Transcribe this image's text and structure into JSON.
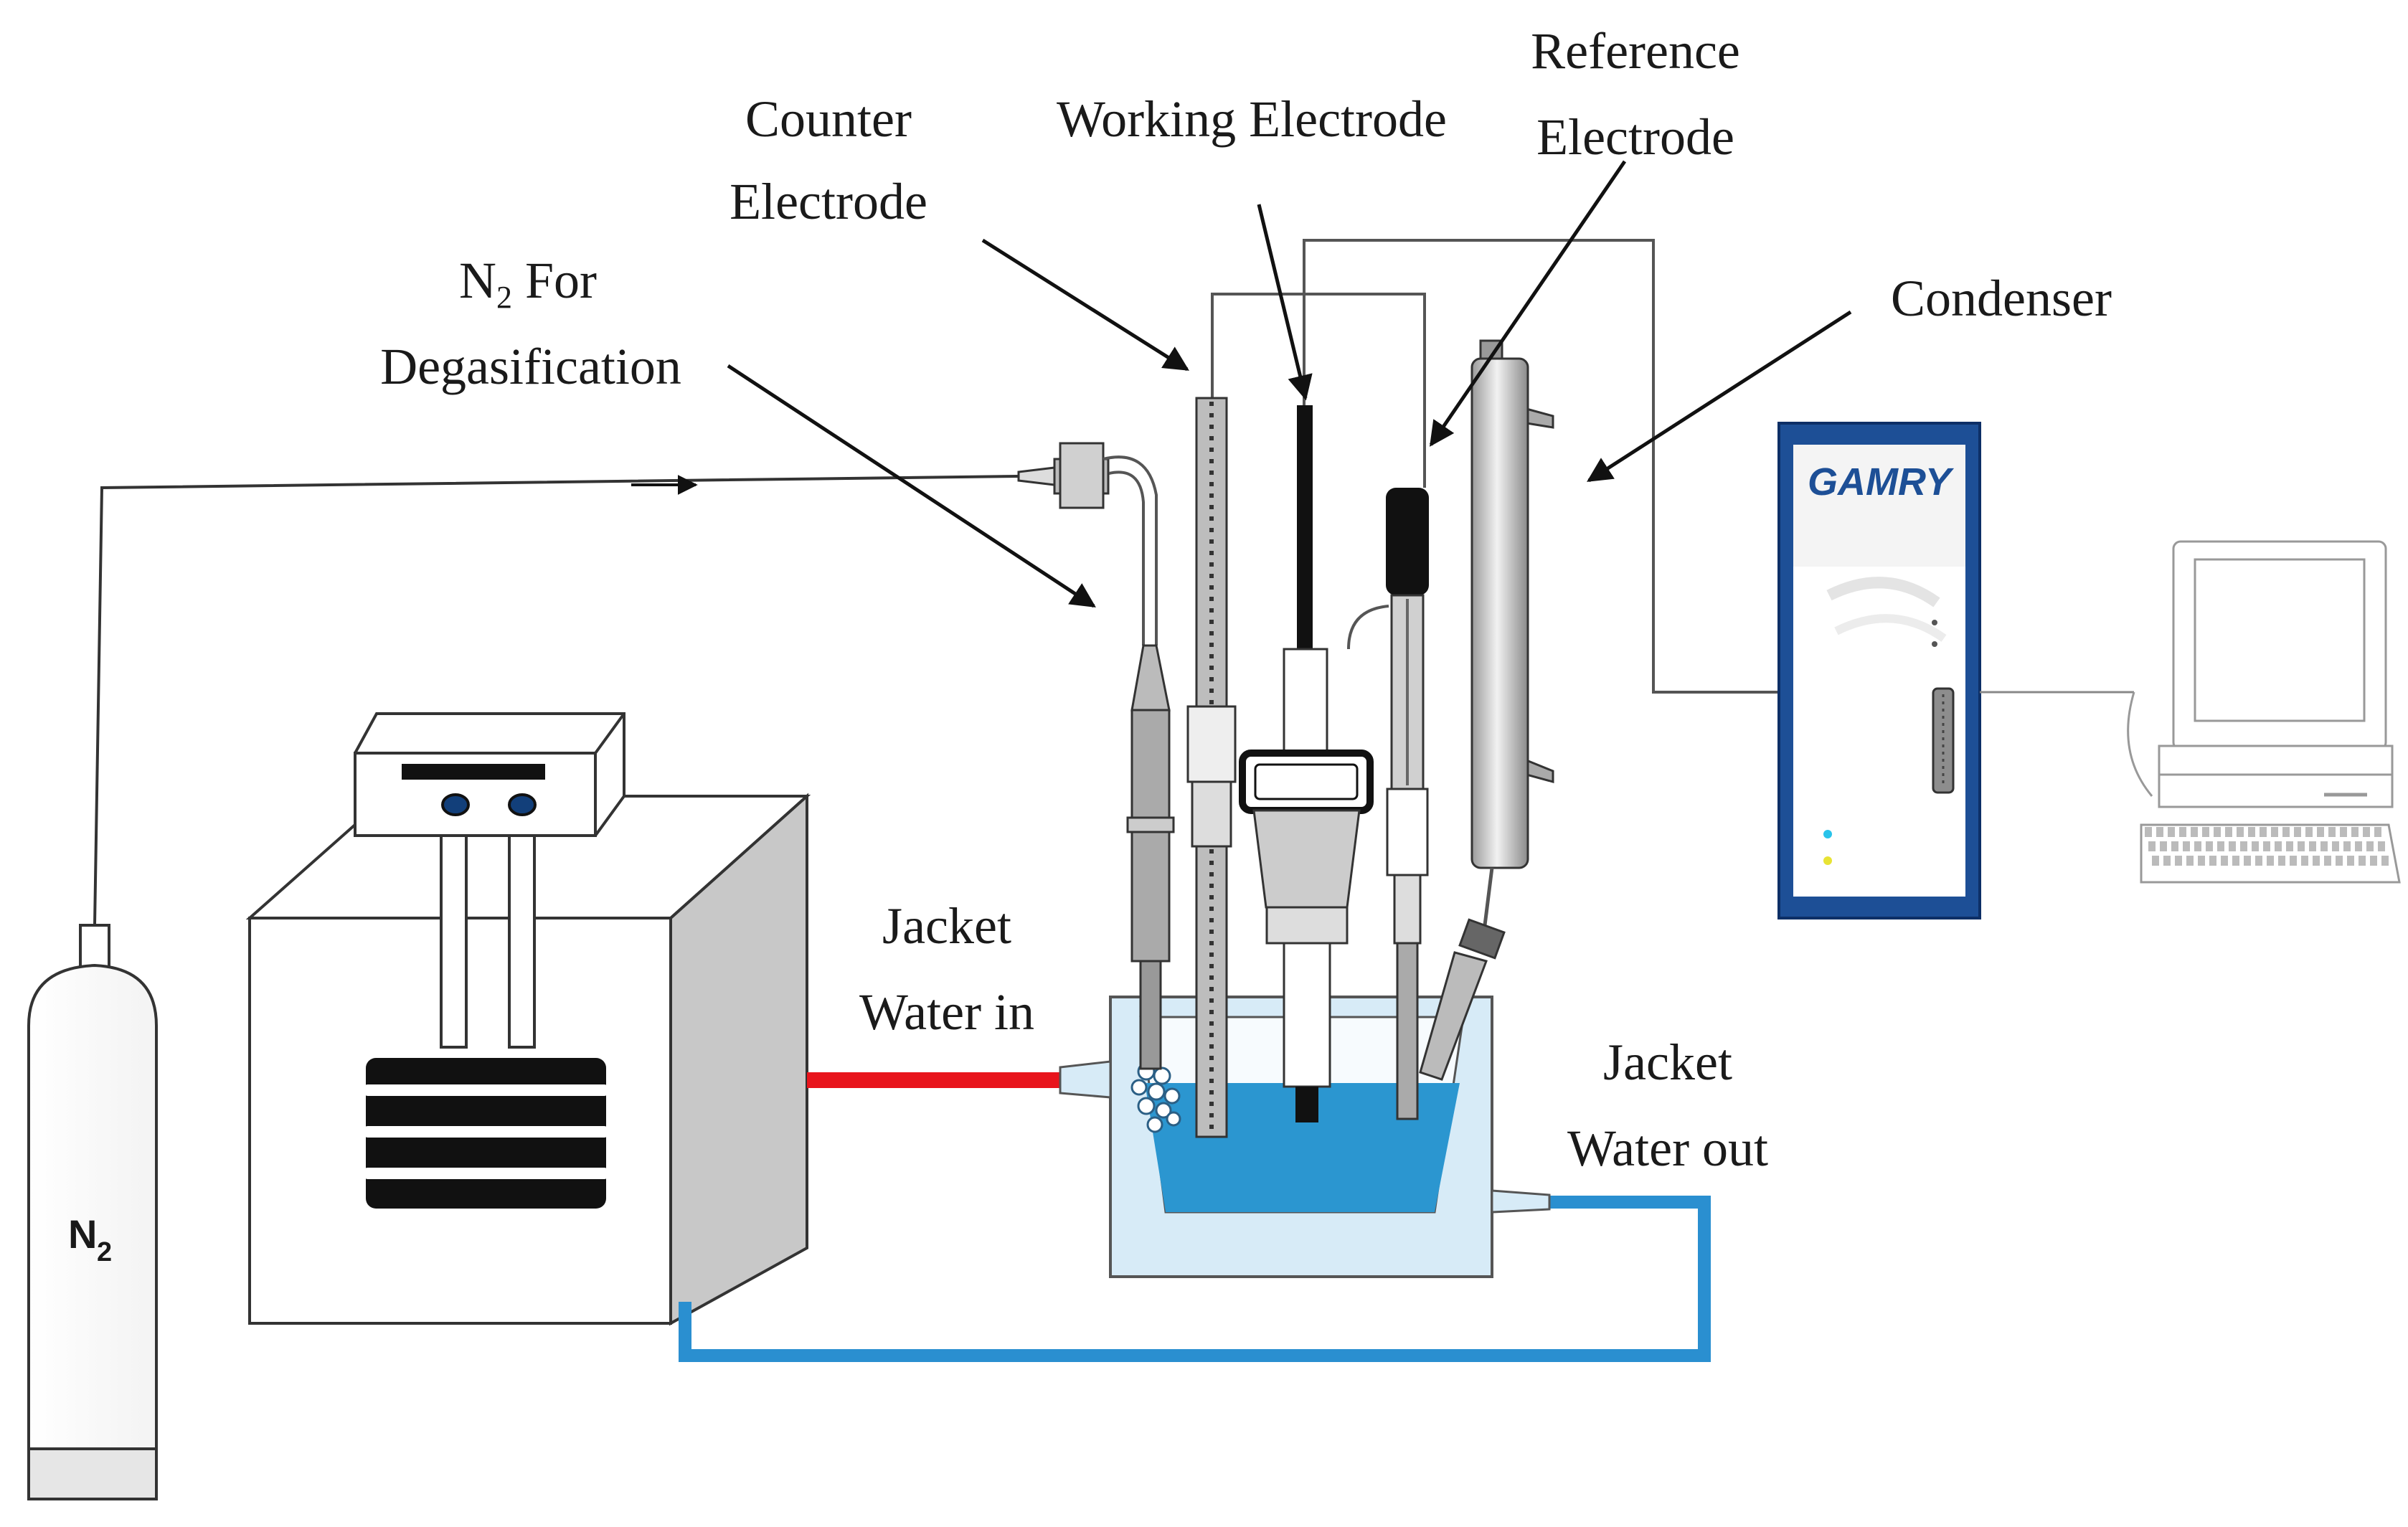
{
  "labels": {
    "counter_line1": "Counter",
    "counter_line2": "Electrode",
    "working": "Working Electrode",
    "reference_line1": "Reference",
    "reference_line2": "Electrode",
    "n2_line1_main": "N",
    "n2_line1_sub": "2",
    "n2_line1_rest": " For",
    "n2_line2": "Degasification",
    "condenser": "Condenser",
    "jacket_in_line1": "Jacket",
    "jacket_in_line2": "Water in",
    "jacket_out_line1": "Jacket",
    "jacket_out_line2": "Water out",
    "cylinder_main": "N",
    "cylinder_sub": "2"
  },
  "potentiostat": {
    "brand": "GAMRY"
  },
  "colors": {
    "hot_line": "#e8141c",
    "cold_line": "#2a8fd0",
    "electrolyte": "#2b96d0",
    "jacket_water": "#d7ebf7",
    "potentiostat_panel": "#1d4f96"
  }
}
